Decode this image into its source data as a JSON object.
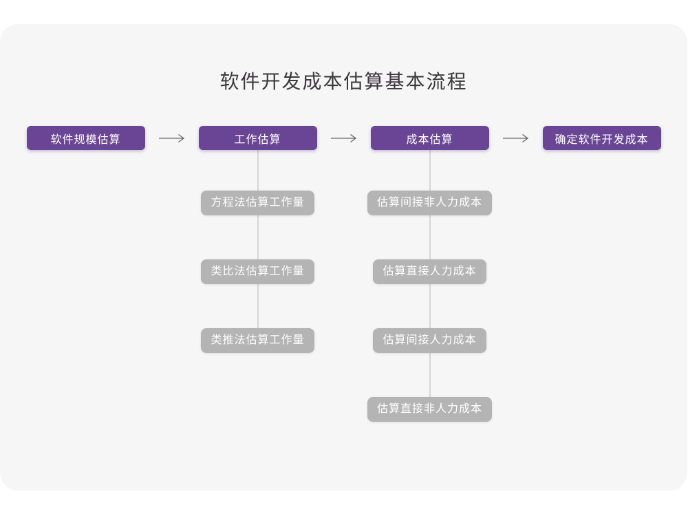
{
  "title": "软件开发成本估算基本流程",
  "flow": {
    "stages": [
      {
        "label": "软件规模估算",
        "children": []
      },
      {
        "label": "工作估算",
        "children": [
          "方程法估算工作量",
          "类比法估算工作量",
          "类推法估算工作量"
        ]
      },
      {
        "label": "成本估算",
        "children": [
          "估算间接非人力成本",
          "估算直接人力成本",
          "估算间接人力成本",
          "估算直接非人力成本"
        ]
      },
      {
        "label": "确定软件开发成本",
        "children": []
      }
    ]
  },
  "icons": {
    "flow_arrow": "→"
  },
  "colors": {
    "stage_purple": "#6a4595",
    "substep_gray": "#b4b4b4",
    "card_background": "#f6f6f6",
    "page_background": "#ffffff",
    "title_text": "#3b383b",
    "node_text": "#ffffff",
    "arrow": "#666666",
    "connector_line": "#d6d6d6"
  }
}
